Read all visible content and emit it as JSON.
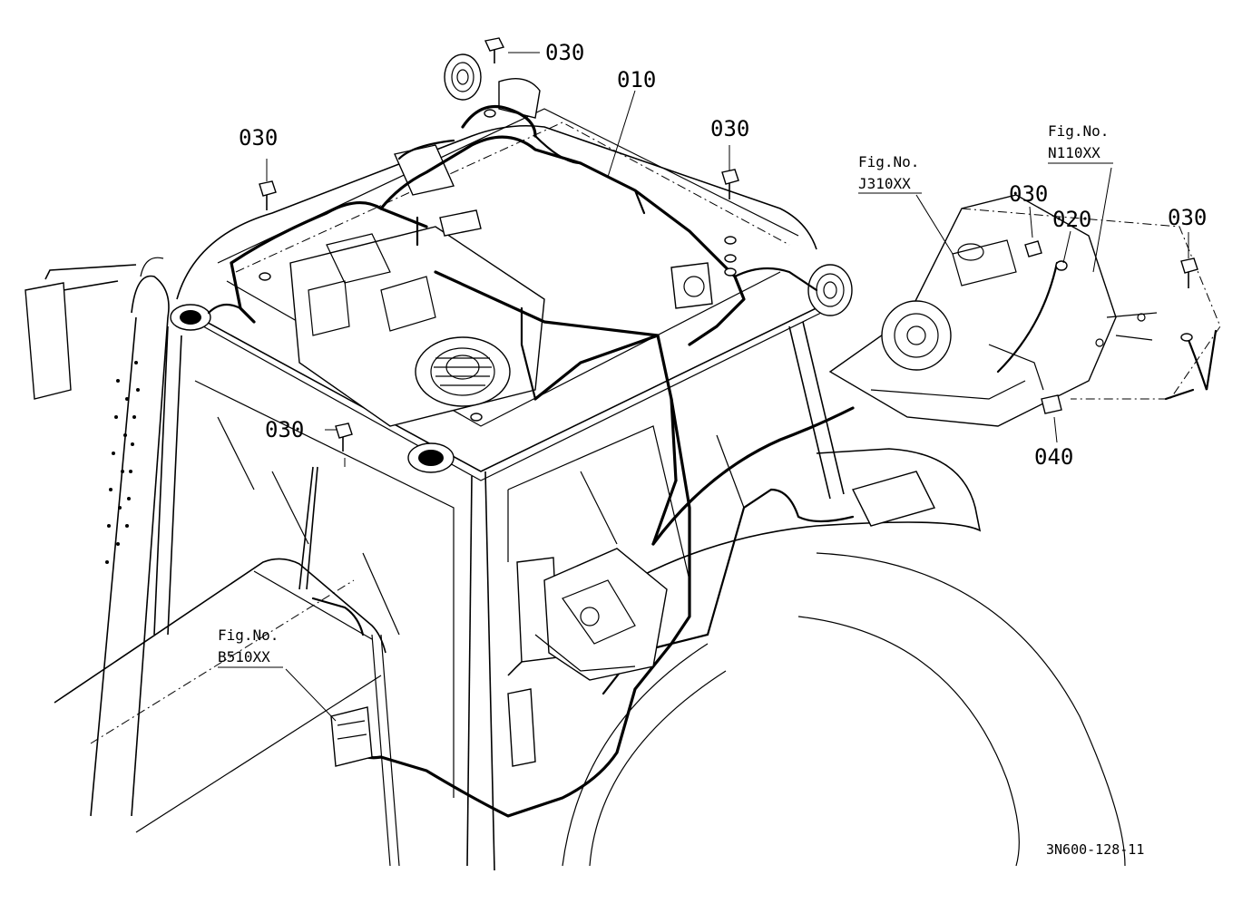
{
  "diagram": {
    "callouts": [
      {
        "id": "p010",
        "label": "010"
      },
      {
        "id": "p030_top",
        "label": "030"
      },
      {
        "id": "p030_left",
        "label": "030"
      },
      {
        "id": "p030_center",
        "label": "030"
      },
      {
        "id": "p030_mid",
        "label": "030"
      },
      {
        "id": "p030_trans",
        "label": "030"
      },
      {
        "id": "p030_right",
        "label": "030"
      },
      {
        "id": "p020",
        "label": "020"
      },
      {
        "id": "p040",
        "label": "040"
      }
    ],
    "figure_refs": [
      {
        "id": "j310",
        "caption": "Fig.No.",
        "code": "J310XX"
      },
      {
        "id": "n110",
        "caption": "Fig.No.",
        "code": "N110XX"
      },
      {
        "id": "b510",
        "caption": "Fig.No.",
        "code": "B510XX"
      }
    ],
    "document_id": "3N600-128-11"
  }
}
